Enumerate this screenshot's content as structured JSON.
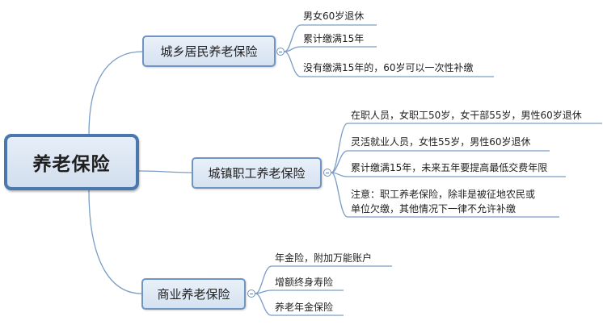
{
  "root": {
    "label": "养老保险"
  },
  "branches": [
    {
      "label": "城乡居民养老保险",
      "leaves": [
        "男女60岁退休",
        "累计缴满15年",
        "没有缴满15年的，60岁可以一次性补缴"
      ]
    },
    {
      "label": "城镇职工养老保险",
      "leaves": [
        "在职人员，女职工50岁，女干部55岁，男性60岁退休",
        "灵活就业人员，女性55岁，男性60岁退休",
        "累计缴满15年，未来五年要提高最低交费年限",
        "注意：职工养老保险，除非是被征地农民或",
        "单位欠缴，其他情况下一律不允许补缴"
      ]
    },
    {
      "label": "商业养老保险",
      "leaves": [
        "年金险，附加万能账户",
        "增额终身寿险",
        "养老年金保险"
      ]
    }
  ],
  "colors": {
    "line": "#7a9cc6",
    "border": "#4a77ad"
  }
}
